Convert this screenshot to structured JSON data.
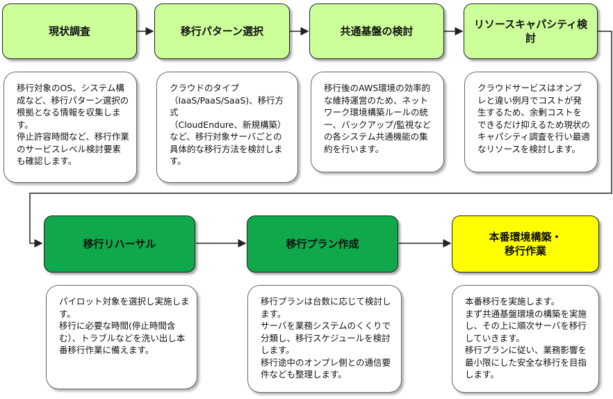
{
  "steps": [
    {
      "title": "現状調査",
      "description": "移行対象のOS、システム構成など、移行パターン選択の根拠となる情報を収集します。\n停止許容時間など、移行作業のサービスレベル検討要素も確認します。"
    },
    {
      "title": "移行パターン選択",
      "description": "クラウドのタイプ\n（IaaS/PaaS/SaaS)、移行方式\n（CloudEndure、新規構築）など、移行対象サーバごとの具体的な移行方法を検討します。"
    },
    {
      "title": "共通基盤の検討",
      "description": "移行後のAWS環境の効率的な維持運営のため、ネットワーク環境構築ルールの統一、バックアップ/監視などの各システム共通機能の集約を行います。"
    },
    {
      "title": "リソースキャパシティ検討",
      "description": "クラウドサービスはオンプレと違い例月でコストが発生するため、余剰コストをできるだけ抑えるため現状のキャパシティ調査を行い最適なリソースを検討します。"
    },
    {
      "title": "移行リハーサル",
      "description": "パイロット対象を選択し実施します。\n移行に必要な時間(停止時間含む）、トラブルなどを洗い出し本番移行作業に備えます。"
    },
    {
      "title": "移行プラン作成",
      "description": "移行プランは台数に応じて検討します。\nサーバを業務システムのくくりで分類し、移行スケジュールを検討します。\n移行途中のオンプレ側との通信要件なども整理します。"
    },
    {
      "title": "本番環境構築・\n移行作業",
      "description": "本番移行を実施します。\nまず共通基盤環境の構築を実施し、その上に順次サーバを移行していきます。\n移行プランに従い、業務影響を最小限にした安全な移行を目指します。"
    }
  ],
  "colors": {
    "light_green": "#ccff99",
    "dark_green": "#0fa84a",
    "yellow": "#ffff00",
    "arrow": "#222222"
  }
}
